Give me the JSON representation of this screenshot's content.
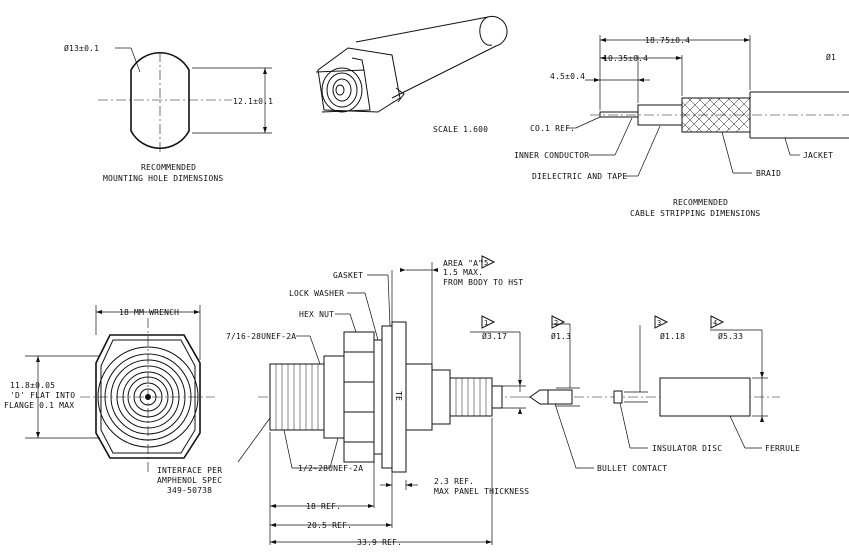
{
  "hole": {
    "diameter": "Ø13±0.1",
    "flat": "12.1±0.1",
    "caption_line1": "RECOMMENDED",
    "caption_line2": "MOUNTING HOLE DIMENSIONS"
  },
  "iso": {
    "scale": "SCALE  1.600"
  },
  "strip": {
    "overall": "18.75±0.4",
    "mid": "10.35±0.4",
    "short": "4.5±0.4",
    "co_ref": "CO.1 REF.",
    "inner": "INNER CONDUCTOR",
    "dielectric": "DIELECTRIC AND TAPE",
    "braid": "BRAID",
    "jacket": "JACKET",
    "caption_line1": "RECOMMENDED",
    "caption_line2": "CABLE STRIPPING DIMENSIONS",
    "edge_label": "Ø1"
  },
  "front": {
    "wrench": "18 MM WRENCH",
    "flat_line1": "11.8±0.05",
    "flat_line2": "'D' FLAT INTO",
    "flat_line3": "FLANGE 0.1 MAX"
  },
  "side": {
    "gasket": "GASKET",
    "lock_washer": "LOCK WASHER",
    "hex_nut": "HEX NUT",
    "thread_top": "7/16-28UNEF-2A",
    "thread_bottom": "1/2-28UNEF-2A",
    "area_line1": "AREA \"A\"",
    "area_line2": "1.5 MAX.",
    "area_line3": "FROM BODY TO HST",
    "interface_line1": "INTERFACE PER",
    "interface_line2": "AMPHENOL SPEC",
    "interface_line3": "349-50738",
    "panel_line1": "2.3 REF.",
    "panel_line2": "MAX PANEL THICKNESS",
    "ref18": "18 REF.",
    "ref205": "20.5 REF.",
    "ref339": "33.9 REF.",
    "d317": "Ø3.17"
  },
  "parts": {
    "d13": "Ø1.3",
    "d118": "Ø1.18",
    "d533": "Ø5.33",
    "bullet": "BULLET CONTACT",
    "insulator": "INSULATOR DISC",
    "ferrule": "FERRULE"
  },
  "flags": {
    "f1": "1",
    "f2": "2",
    "f3": "3",
    "f4": "4",
    "f5": "5"
  }
}
